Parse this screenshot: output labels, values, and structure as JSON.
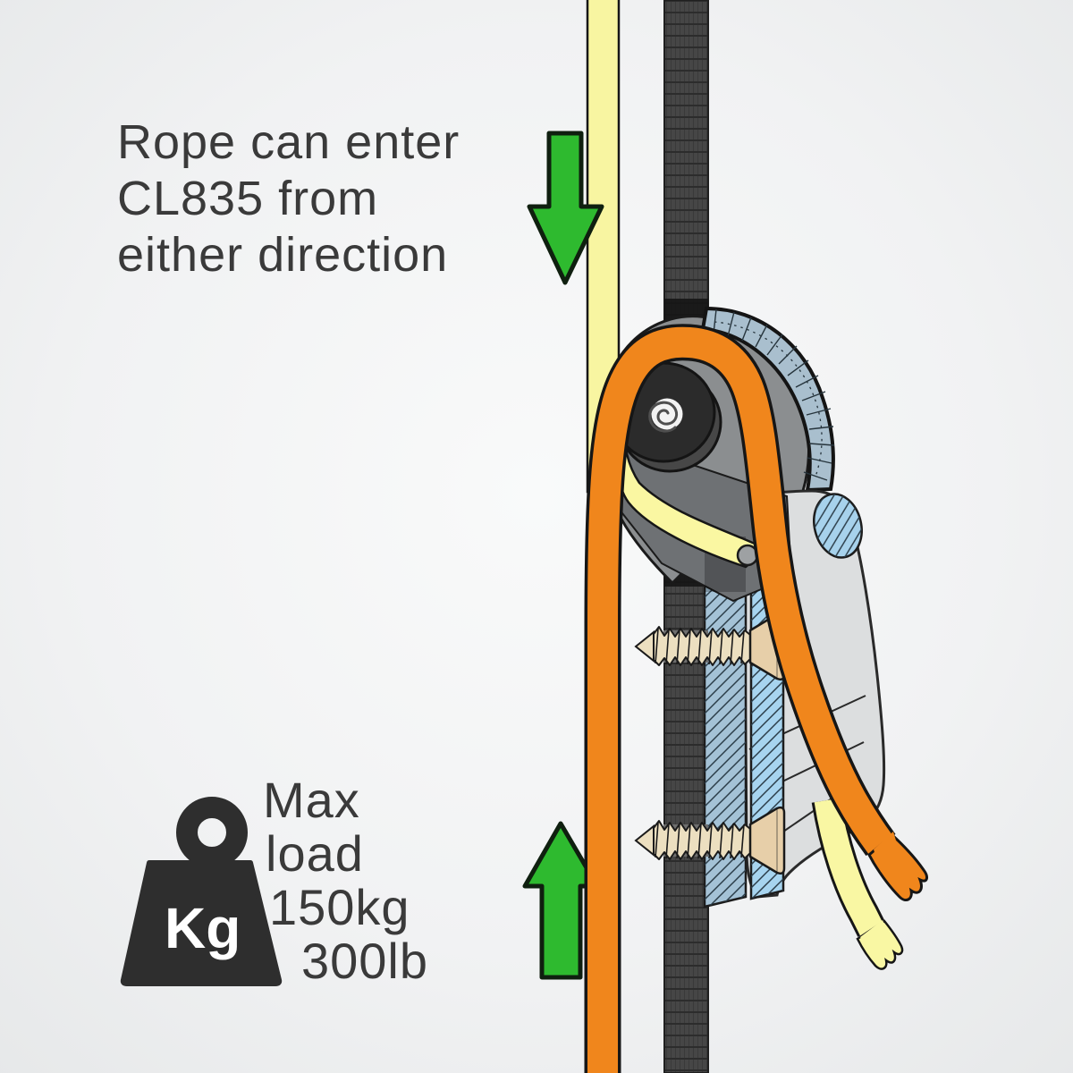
{
  "annotation": {
    "line1": "Rope can enter",
    "line2": "CL835 from",
    "line3": "either direction"
  },
  "max_load": {
    "line1": "Max",
    "line2": "load",
    "line3": "150kg",
    "line4": "300lb"
  },
  "weight_icon": {
    "label": "Kg"
  },
  "icons": {
    "top_arrow": "down-arrow",
    "bottom_arrow": "up-arrow",
    "weight": "kettlebell-weight",
    "hub": "spiral-hub"
  },
  "colors": {
    "rope_orange": "#f0861c",
    "rope_yellow": "#f8f5a1",
    "arrow_green": "#2eba2f",
    "section_blue": "#a7d4ef",
    "section_blue_gray": "#a4c2d6",
    "crescent_blue": "#a9bfce",
    "strap_gray": "#464646",
    "body_gray": "#8b8e90",
    "cam_gray": "#dcdedf",
    "ink": "#3a3a3a"
  }
}
